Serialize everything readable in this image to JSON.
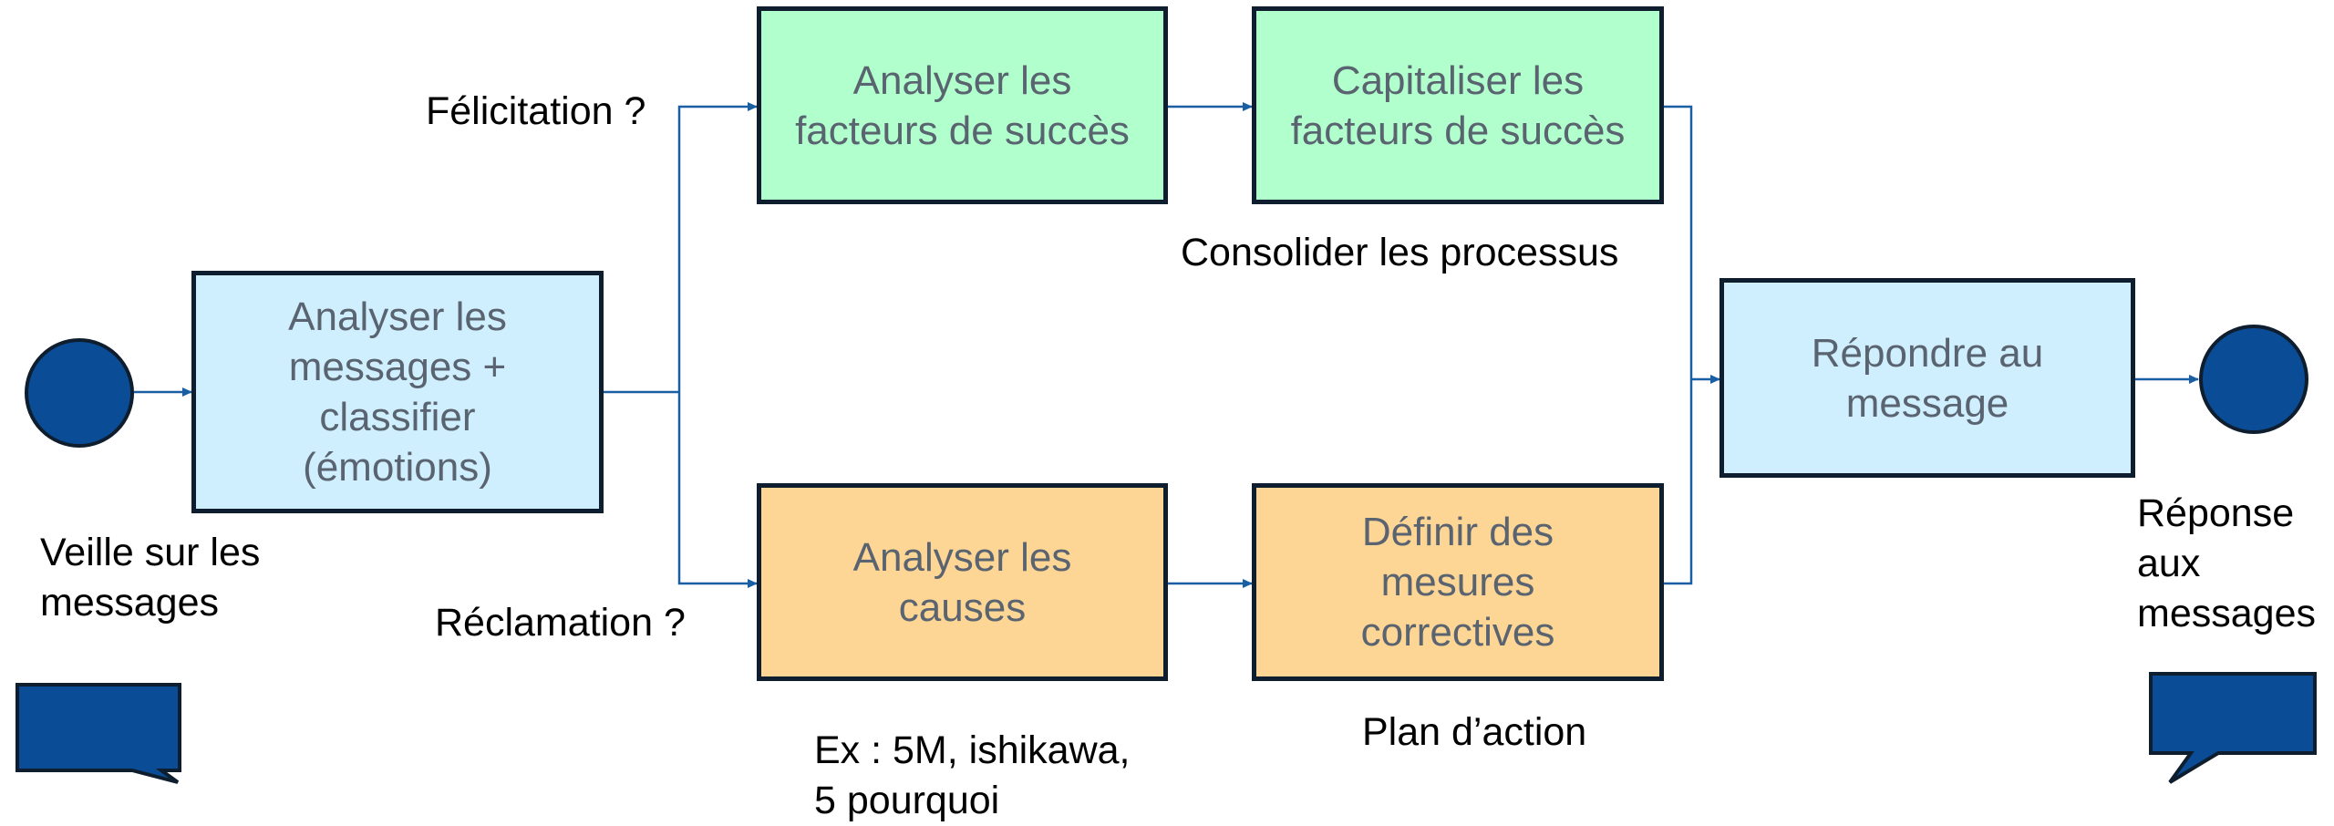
{
  "colors": {
    "node_blue": "#cfeefe",
    "node_green": "#b0ffcc",
    "node_orange": "#fdd594",
    "event_fill": "#0a4d96",
    "connector": "#1a5fa3"
  },
  "nodes": {
    "analyze_messages": "Analyser les\nmessages +\nclassifier\n(émotions)",
    "analyze_success": "Analyser les\nfacteurs de succès",
    "capitalize_success": "Capitaliser les\nfacteurs de succès",
    "analyze_causes": "Analyser les\ncauses",
    "define_measures": "Définir des\nmesures\ncorrectives",
    "respond": "Répondre au\nmessage"
  },
  "labels": {
    "congrats_branch": "Félicitation ?",
    "complaint_branch": "Réclamation ?",
    "consolidate": "Consolider les processus",
    "watch": "Veille sur les\nmessages",
    "methods": "Ex : 5M, ishikawa,\n5 pourquoi",
    "action_plan": "Plan d’action",
    "response": "Réponse\naux\nmessages"
  },
  "icons": [
    "start-event-icon",
    "end-event-icon",
    "speech-bubble-icon"
  ]
}
